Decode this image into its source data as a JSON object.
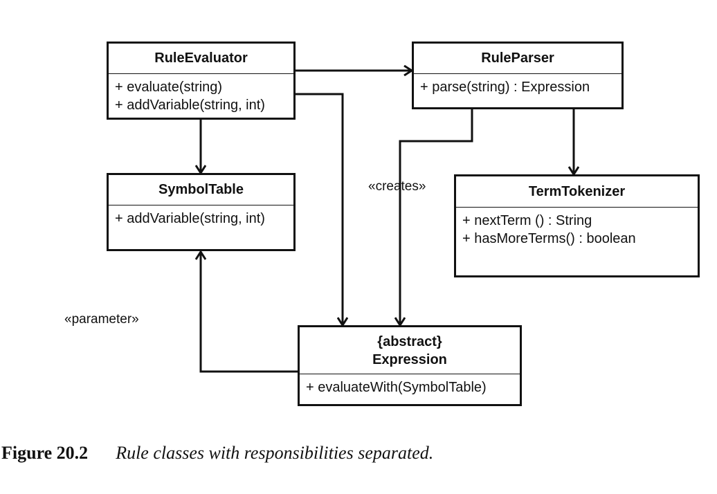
{
  "classes": {
    "rule_evaluator": {
      "name": "RuleEvaluator",
      "ops": [
        "+ evaluate(string)",
        "+ addVariable(string, int)"
      ]
    },
    "rule_parser": {
      "name": "RuleParser",
      "ops": [
        "+ parse(string) : Expression"
      ]
    },
    "symbol_table": {
      "name": "SymbolTable",
      "ops": [
        "+ addVariable(string, int)"
      ]
    },
    "term_tokenizer": {
      "name": "TermTokenizer",
      "ops": [
        "+ nextTerm () : String",
        "+ hasMoreTerms() : boolean"
      ]
    },
    "expression": {
      "stereotype": "{abstract}",
      "name": "Expression",
      "ops": [
        "+ evaluateWith(SymbolTable)"
      ]
    }
  },
  "labels": {
    "creates": "«creates»",
    "parameter": "«parameter»"
  },
  "caption": {
    "number": "Figure 20.2",
    "text": "Rule classes with responsibilities separated."
  }
}
